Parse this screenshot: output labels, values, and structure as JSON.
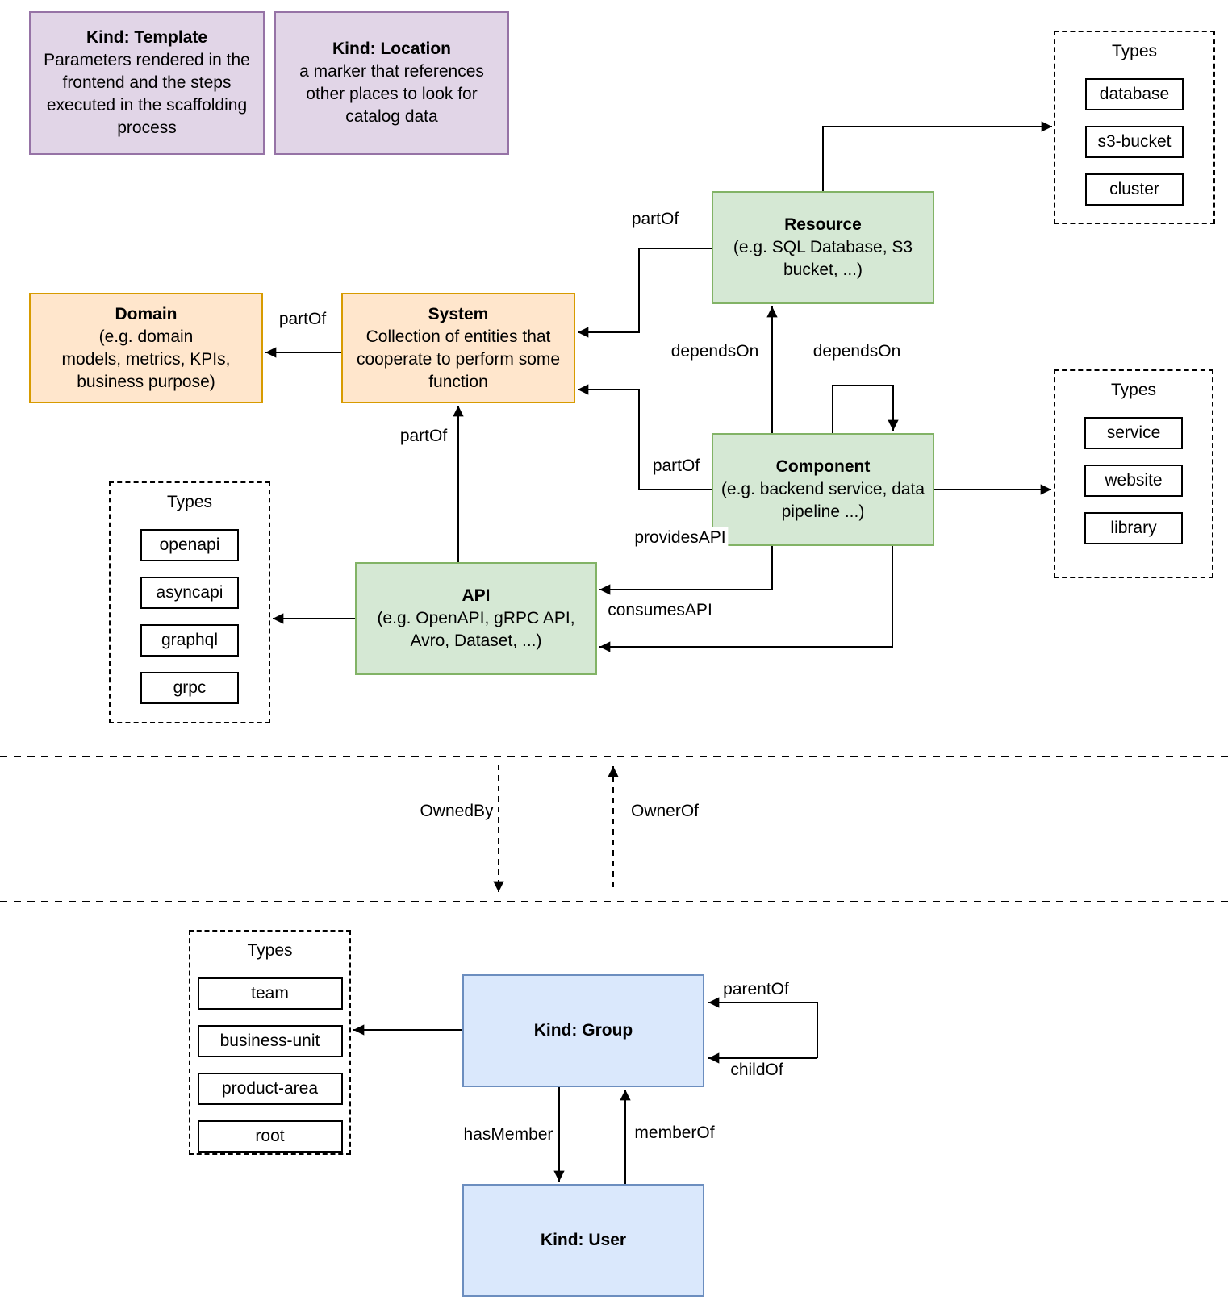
{
  "diagram": {
    "nodes": {
      "template": {
        "title": "Kind: Template",
        "description": "Parameters rendered in the\nfrontend and the steps\nexecuted in  the scaffolding\nprocess"
      },
      "location": {
        "title": "Kind: Location",
        "description": "a marker that references\nother places to look for\ncatalog data"
      },
      "resource": {
        "title": "Resource",
        "description": "(e.g. SQL Database, S3\nbucket, ...)"
      },
      "domain": {
        "title": "Domain",
        "description": "(e.g.  domain\nmodels, metrics, KPIs,\nbusiness purpose)"
      },
      "system": {
        "title": "System",
        "description": "Collection of entities that\ncooperate to perform some\nfunction"
      },
      "component": {
        "title": "Component",
        "description": "(e.g. backend service, data\npipeline ...)"
      },
      "api": {
        "title": "API",
        "description": "(e.g. OpenAPI, gRPC API,\nAvro, Dataset, ...)"
      },
      "group": {
        "title": "Kind: Group"
      },
      "user": {
        "title": "Kind: User"
      }
    },
    "panels": {
      "resource_types": {
        "title": "Types",
        "items": [
          "database",
          "s3-bucket",
          "cluster"
        ]
      },
      "component_types": {
        "title": "Types",
        "items": [
          "service",
          "website",
          "library"
        ]
      },
      "api_types": {
        "title": "Types",
        "items": [
          "openapi",
          "asyncapi",
          "graphql",
          "grpc"
        ]
      },
      "group_types": {
        "title": "Types",
        "items": [
          "team",
          "business-unit",
          "product-area",
          "root"
        ]
      }
    },
    "labels": {
      "part_of": "partOf",
      "depends_on": "dependsOn",
      "provides_api": "providesAPI",
      "consumes_api": "consumesAPI",
      "owned_by": "OwnedBy",
      "owner_of": "OwnerOf",
      "parent_of": "parentOf",
      "child_of": "childOf",
      "has_member": "hasMember",
      "member_of": "memberOf"
    },
    "colors": {
      "green_fill": "#d5e8d4",
      "green_border": "#82b366",
      "orange_fill": "#ffe6cc",
      "orange_border": "#d79b00",
      "purple_fill": "#e1d5e7",
      "purple_border": "#9673a6",
      "blue_fill": "#dae8fc",
      "blue_border": "#6c8ebf",
      "line": "#000000"
    }
  }
}
